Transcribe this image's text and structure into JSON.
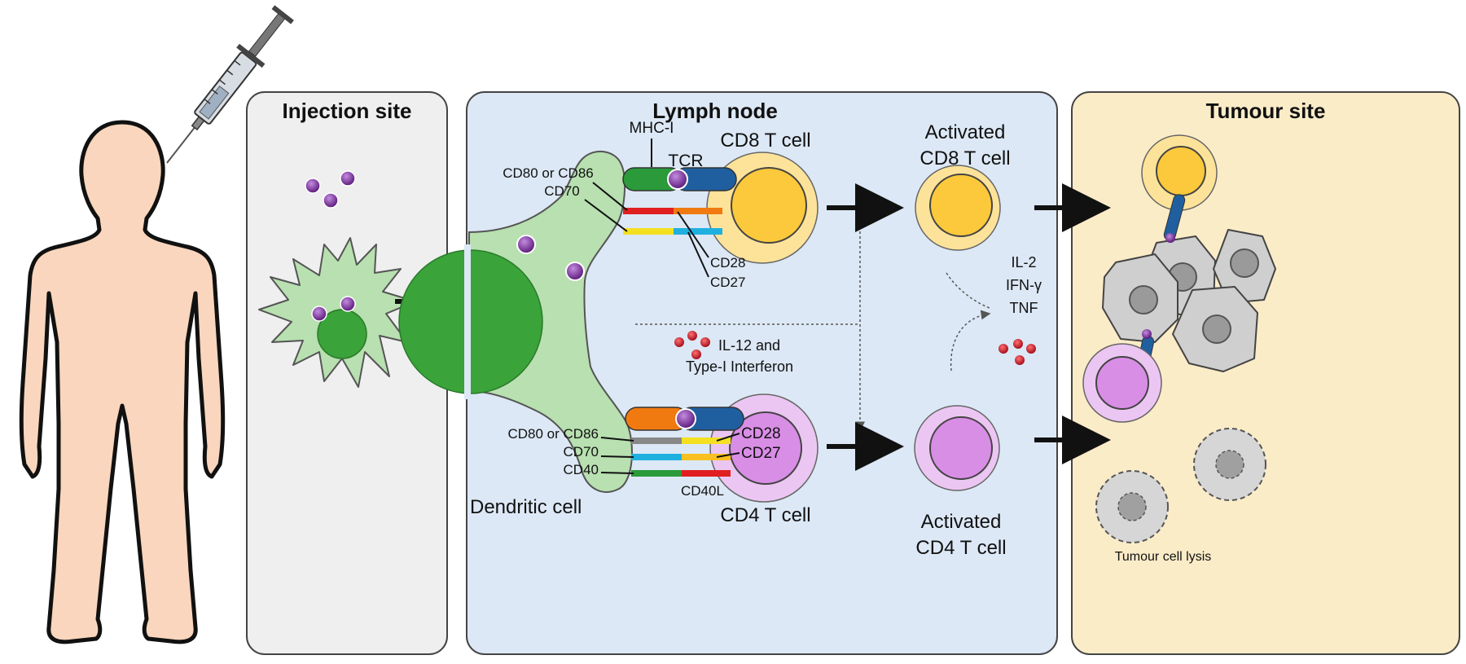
{
  "panels": {
    "injection_title": "Injection site",
    "lymph_title": "Lymph node",
    "tumour_title": "Tumour site"
  },
  "lymph": {
    "mhc_label": "MHC-I",
    "tcr_label": "TCR",
    "cd8_label": "CD8 T cell",
    "cd80_top_label": "CD80 or CD86",
    "cd70_top_label": "CD70",
    "cd28_top_label": "CD28",
    "cd27_top_label": "CD27",
    "cytokine_label_1": "IL-12 and",
    "cytokine_label_2": "Type-I Interferon",
    "dendritic_label": "Dendritic cell",
    "cd80_bottom_label": "CD80 or CD86",
    "cd70_bottom_label": "CD70",
    "cd40_label": "CD40",
    "cd28_bottom_label": "CD28",
    "cd27_bottom_label": "CD27",
    "cd40l_label": "CD40L",
    "cd4_label": "CD4 T cell",
    "activated_cd8_1": "Activated",
    "activated_cd8_2": "CD8 T cell",
    "activated_cd4_1": "Activated",
    "activated_cd4_2": "CD4 T cell",
    "il2_label": "IL-2",
    "ifn_label": "IFN-γ",
    "tnf_label": "TNF"
  },
  "tumour": {
    "lysis_label": "Tumour cell lysis"
  },
  "colors": {
    "injection_bg": "#efefef",
    "lymph_bg": "#dce8f5",
    "tumour_bg": "#fbecc8",
    "skin": "#f9d6bd",
    "dendritic": "#b8e0b0",
    "dendritic_nucleus": "#3aa33a",
    "cd8": "#fde39a",
    "cd8_nucleus": "#fbc93b",
    "cd4": "#ecc6f2",
    "cd4_nucleus": "#d98ee6",
    "antigen": "#7b2c9e",
    "cytokine": "#d51a2a",
    "tumour_cell": "#cfcfcf",
    "tcr": "#1f5fa0"
  }
}
